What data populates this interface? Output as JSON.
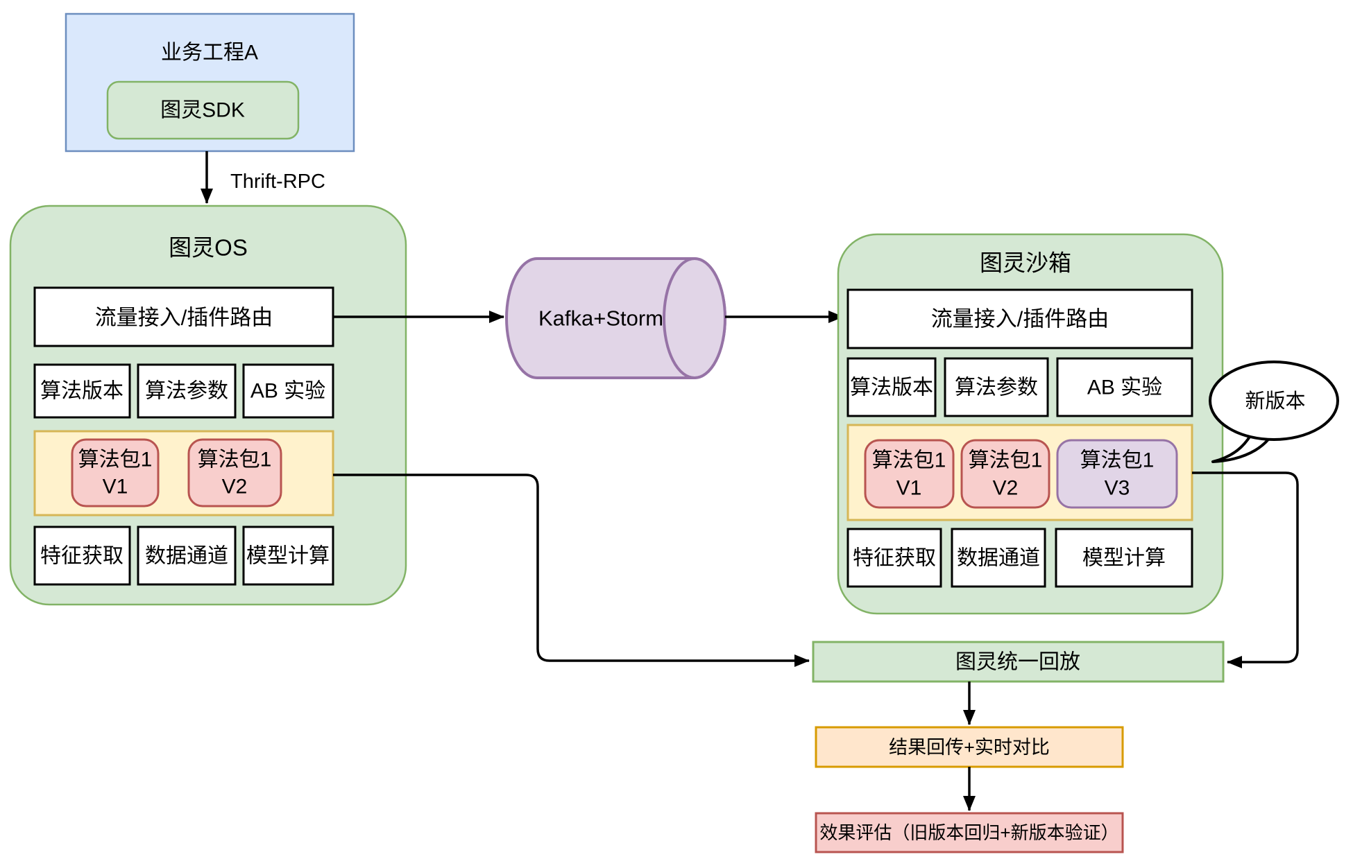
{
  "business": {
    "title": "业务工程A",
    "sdk_label": "图灵SDK"
  },
  "rpc_label": "Thrift-RPC",
  "turing_os": {
    "title": "图灵OS",
    "router_label": "流量接入/插件路由",
    "config_boxes": [
      "算法版本",
      "算法参数",
      "AB 实验"
    ],
    "packages": [
      {
        "name": "算法包1",
        "version": "V1"
      },
      {
        "name": "算法包1",
        "version": "V2"
      }
    ],
    "engine_boxes": [
      "特征获取",
      "数据通道",
      "模型计算"
    ]
  },
  "pipeline": {
    "label": "Kafka+Storm"
  },
  "sandbox": {
    "title": "图灵沙箱",
    "router_label": "流量接入/插件路由",
    "config_boxes": [
      "算法版本",
      "算法参数",
      "AB 实验"
    ],
    "packages": [
      {
        "name": "算法包1",
        "version": "V1"
      },
      {
        "name": "算法包1",
        "version": "V2"
      },
      {
        "name": "算法包1",
        "version": "V3"
      }
    ],
    "engine_boxes": [
      "特征获取",
      "数据通道",
      "模型计算"
    ]
  },
  "callout": {
    "label": "新版本"
  },
  "replay": {
    "label": "图灵统一回放"
  },
  "compare": {
    "label": "结果回传+实时对比"
  },
  "evaluate": {
    "label": "效果评估（旧版本回归+新版本验证）"
  },
  "colors": {
    "blue_fill": "#dae8fc",
    "blue_stroke": "#6c8ebf",
    "green_fill": "#d5e8d4",
    "green_stroke": "#82b366",
    "yellow_fill": "#fff2cc",
    "yellow_stroke": "#d6b656",
    "red_fill": "#f8cecc",
    "red_stroke": "#b85450",
    "purple_fill": "#e1d5e7",
    "purple_stroke": "#9673a6",
    "orange_fill": "#ffe6cc",
    "orange_stroke": "#d79b00",
    "edge": "#000000"
  }
}
